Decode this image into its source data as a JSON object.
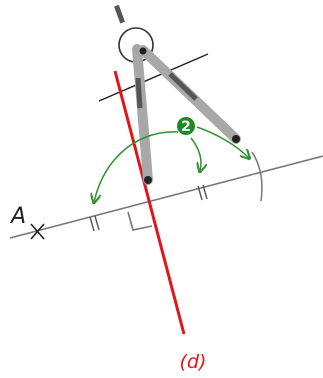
{
  "labels": {
    "point_a": "A",
    "line_d": "(d)",
    "step_number": "2"
  },
  "colors": {
    "line_d": "#e3151a",
    "arrows": "#2e9330",
    "step_badge": "#1f8a2a",
    "construction": "#777777",
    "compass_leg": "#a8a8a8",
    "compass_dark": "#555555",
    "ink": "#222222"
  },
  "icons": {
    "tool": "compass-icon",
    "step": "step-number-badge"
  }
}
